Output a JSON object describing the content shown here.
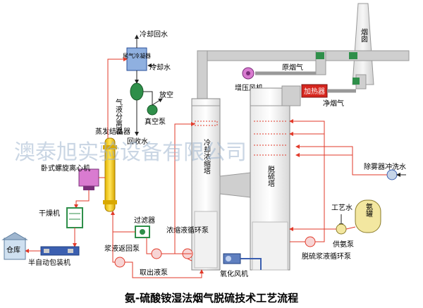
{
  "title": "氨-硫酸铵湿法烟气脱硫技术工艺流程",
  "watermark": "澳泰旭实验设备有限公司",
  "chimney_label": "烟囱",
  "flue_gas": {
    "raw": "原烟气",
    "clean": "净烟气"
  },
  "equipment": {
    "condenser": "尾气冷凝器",
    "separator": "气液分离器",
    "vacuum_pump": "真空泵",
    "vent": "放空",
    "recycle_water": "回收水",
    "evaporator": "蒸发结晶器",
    "centrifuge": "卧式螺旋离心机",
    "dryer": "干燥机",
    "warehouse": "仓库",
    "packing": "半自动包装机",
    "filter": "过滤器",
    "slurry_return_pump": "浆液返回泵",
    "extract_pump": "取出液泵",
    "conc_circ_pump": "浓缩液循环泵",
    "oxidation_fan": "氧化风机",
    "desulf_circ_pump": "脱硫浆液循环泵",
    "ammonia_pump": "供氨泵",
    "ammonia_tank": "氨罐",
    "process_water": "工艺水",
    "mist_pump": "除雾器冲洗水",
    "booster_fan": "增压风机",
    "heater": "加热器",
    "cooling_water_1": "冷却回水",
    "cooling_water_2": "冷却水",
    "cooling_tower": "冷却浓缩塔",
    "desulf_tower": "脱硫塔"
  },
  "colors": {
    "flow_red": "#e23a2a",
    "gas_gray": "#c9c9c9",
    "pipe_green": "#2f8f4a",
    "heater_red": "#d6261e",
    "water_blue": "#3b5fb0",
    "tank_yellow": "#f3e7a0"
  }
}
